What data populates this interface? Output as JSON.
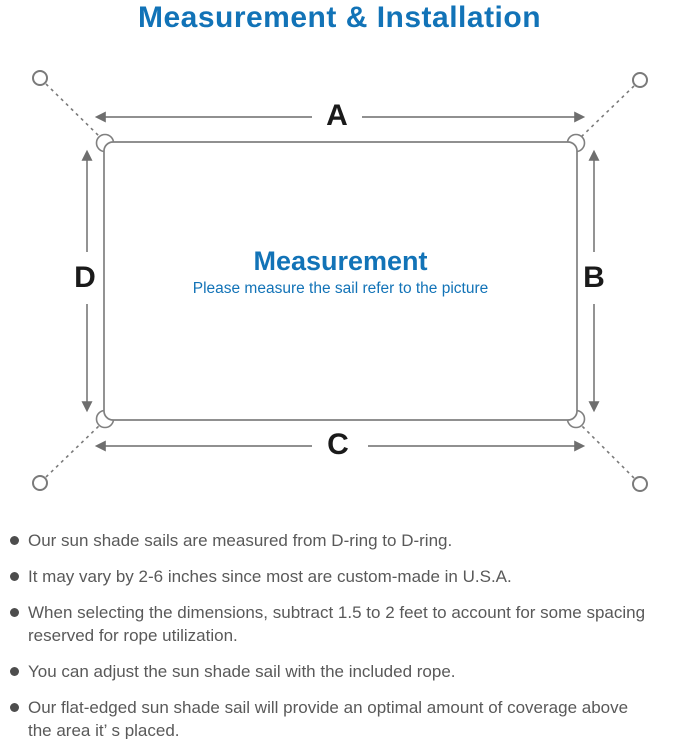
{
  "title": "Measurement & Installation",
  "diagram": {
    "labels": {
      "top": "A",
      "right": "B",
      "bottom": "C",
      "left": "D"
    },
    "center_title": "Measurement",
    "center_subtitle": "Please measure the sail refer to the picture"
  },
  "notes": [
    "Our sun shade sails are measured from D-ring to D-ring.",
    "It may vary by 2-6 inches since most are custom-made in U.S.A.",
    "When selecting the dimensions, subtract 1.5 to 2 feet to account for some spacing\nreserved for rope utilization.",
    "You can adjust the sun shade sail with the included rope.",
    "Our flat-edged sun shade sail will provide an optimal amount of coverage above\nthe area it’ s placed."
  ],
  "colors": {
    "accent_blue": "#1273b7",
    "line_gray": "#7f7f7f",
    "arrow_gray": "#6e6e6e",
    "text_gray": "#595959",
    "label_black": "#1a1a1a"
  }
}
